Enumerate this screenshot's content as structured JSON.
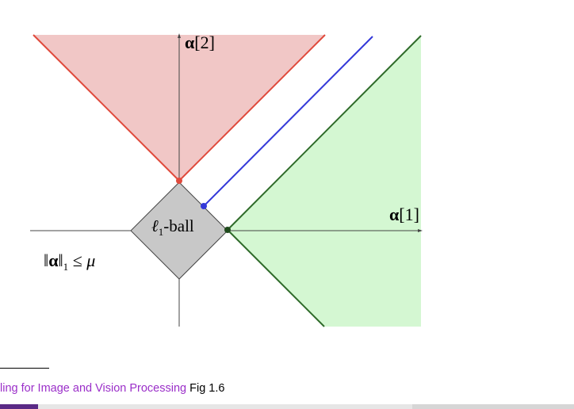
{
  "diagram": {
    "axis_x_label_alpha": "α",
    "axis_x_label_index": "[1]",
    "axis_y_label_alpha": "α",
    "axis_y_label_index": "[2]",
    "ball_label_ell": "ℓ",
    "ball_label_sub": "1",
    "ball_label_rest": "-ball",
    "constraint_norm_open": "‖",
    "constraint_alpha": "α",
    "constraint_norm_close": "‖",
    "constraint_sub": "1",
    "constraint_rest": " ≤ μ",
    "colors": {
      "red_region": "#f1c7c6",
      "red_line": "#e04a3c",
      "green_region": "#d4f7d2",
      "green_line": "#2f6b2a",
      "blue_line": "#3338d9",
      "ball_fill": "#c8c8c8"
    }
  },
  "footnote": {
    "link_text": "ling for Image and Vision Processing",
    "fig_text": " Fig 1.6"
  }
}
